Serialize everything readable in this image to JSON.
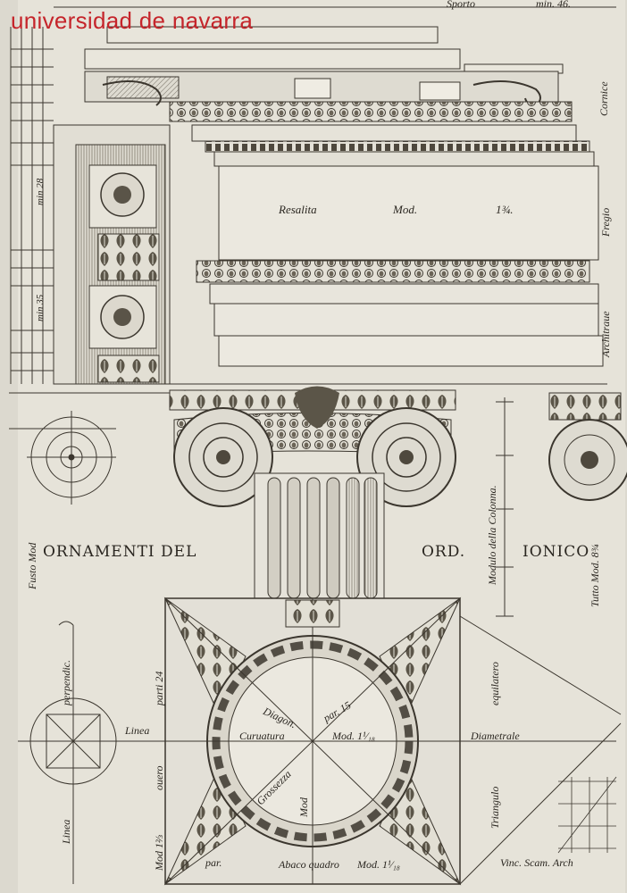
{
  "watermark": "universidad de navarra",
  "labels": {
    "sporto": "Sporto",
    "min_top": "min. 46.",
    "cornice": "Cornice",
    "fregio": "Fregio",
    "architrave": "Architraue",
    "resalita": "Resalita",
    "mod": "Mod.",
    "mod_value": "1¾.",
    "title_left": "ORNAMENTI DEL",
    "title_ord": "ORD.",
    "title_right": "IONICO",
    "modulo": "Modulo della Colonna.",
    "tutto": "Tutto Mod. 8¾",
    "fusto": "Fusto Mod",
    "perpendic": "perpendic.",
    "linea": "Linea",
    "linea_left": "Linea",
    "curuatura": "Curuatura",
    "mod_curuatura": "Mod. 1¹⁄₁₈",
    "diametrale": "Diametrale",
    "equilatero": "equilatero",
    "triangulo": "Triangulo",
    "abaco": "Abaco quadro",
    "mod_abaco": "Mod. 1¹⁄₁₈",
    "vinc": "Vinc. Scam. Arch",
    "diagon": "Diagon.",
    "par15": "par. 15",
    "grossezza": "Grossezza",
    "parti24": "parti 24",
    "ouero": "ouero",
    "mod_left": "Mod 1⅔",
    "mod_a": "Mod",
    "par": "par.",
    "min28": "min 28",
    "min35": "min 35"
  }
}
